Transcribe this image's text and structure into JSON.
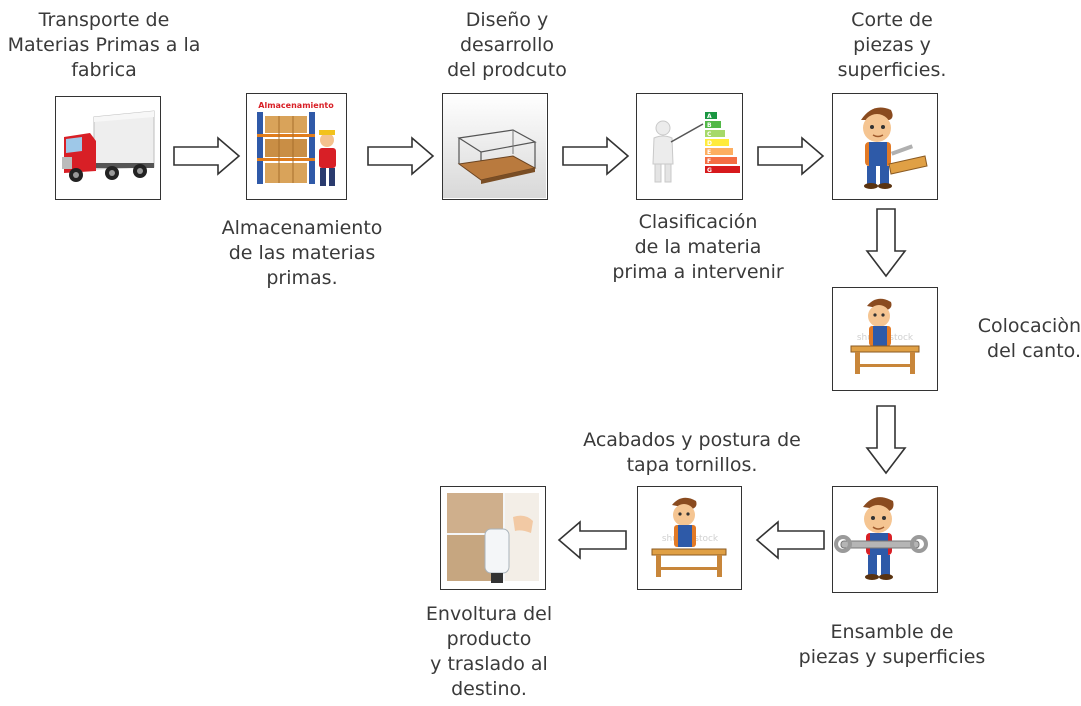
{
  "steps": {
    "transport": {
      "lines": [
        "Transporte de",
        "Materias Primas a la",
        "fabrica"
      ],
      "icon": "delivery-truck-image"
    },
    "storage": {
      "lines": [
        "Almacenamiento",
        "de las materias",
        "primas."
      ],
      "sign": "Almacenamiento",
      "icon": "warehouse-worker-image"
    },
    "design": {
      "lines": [
        "Diseño y",
        "desarrollo",
        "del prodcuto"
      ],
      "icon": "furniture-model-image"
    },
    "classification": {
      "lines": [
        "Clasificación",
        "de la materia",
        "prima a intervenir"
      ],
      "chart_letters": [
        "A",
        "B",
        "C",
        "D",
        "E",
        "F",
        "G"
      ],
      "icon": "presenter-rating-chart-image"
    },
    "cutting": {
      "lines": [
        "Corte de",
        "piezas y",
        "superficies."
      ],
      "icon": "worker-sawing-image"
    },
    "edging": {
      "lines": [
        "Colocaciòn",
        "del canto."
      ],
      "icon": "carpenter-workbench-image"
    },
    "assembly": {
      "lines": [
        "Ensamble de",
        "piezas y superficies"
      ],
      "icon": "worker-wrench-image"
    },
    "finishing": {
      "lines": [
        "Acabados y postura de",
        "tapa tornillos."
      ],
      "icon": "carpenter-finishing-image"
    },
    "wrapping": {
      "lines": [
        "Envoltura del",
        "producto",
        "y traslado al",
        "destino."
      ],
      "icon": "stretch-wrap-image"
    }
  },
  "watermark": "shutterstock",
  "colors": {
    "arrow_stroke": "#333333",
    "border": "#333333",
    "text": "#3a3a3a",
    "truck_red": "#d81f26",
    "wood": "#e0a045"
  }
}
